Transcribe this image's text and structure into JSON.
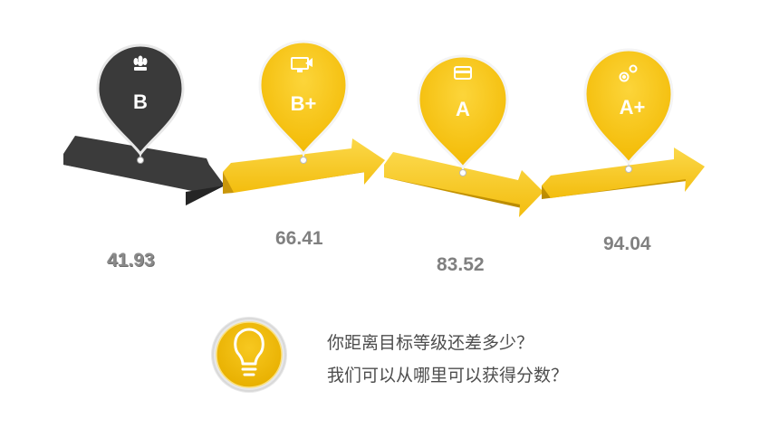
{
  "colors": {
    "dark": "#3a3a3a",
    "gold": "#f5c010",
    "gold_light": "#f9d12b",
    "gold_dark": "#d9a406",
    "text_gray": "#808080"
  },
  "steps": [
    {
      "grade": "B",
      "score": "41.93",
      "icon": "flower-icon",
      "color": "#3a3a3a"
    },
    {
      "grade": "B+",
      "score": "66.41",
      "icon": "monitor-icon",
      "color": "#f5c010"
    },
    {
      "grade": "A",
      "score": "83.52",
      "icon": "card-icon",
      "color": "#f5c010"
    },
    {
      "grade": "A+",
      "score": "94.04",
      "icon": "gears-icon",
      "color": "#f5c010"
    }
  ],
  "bulb_icon": "lightbulb-icon",
  "questions": [
    "你距离目标等级还差多少？",
    "我们可以从哪里可以获得分数？"
  ]
}
